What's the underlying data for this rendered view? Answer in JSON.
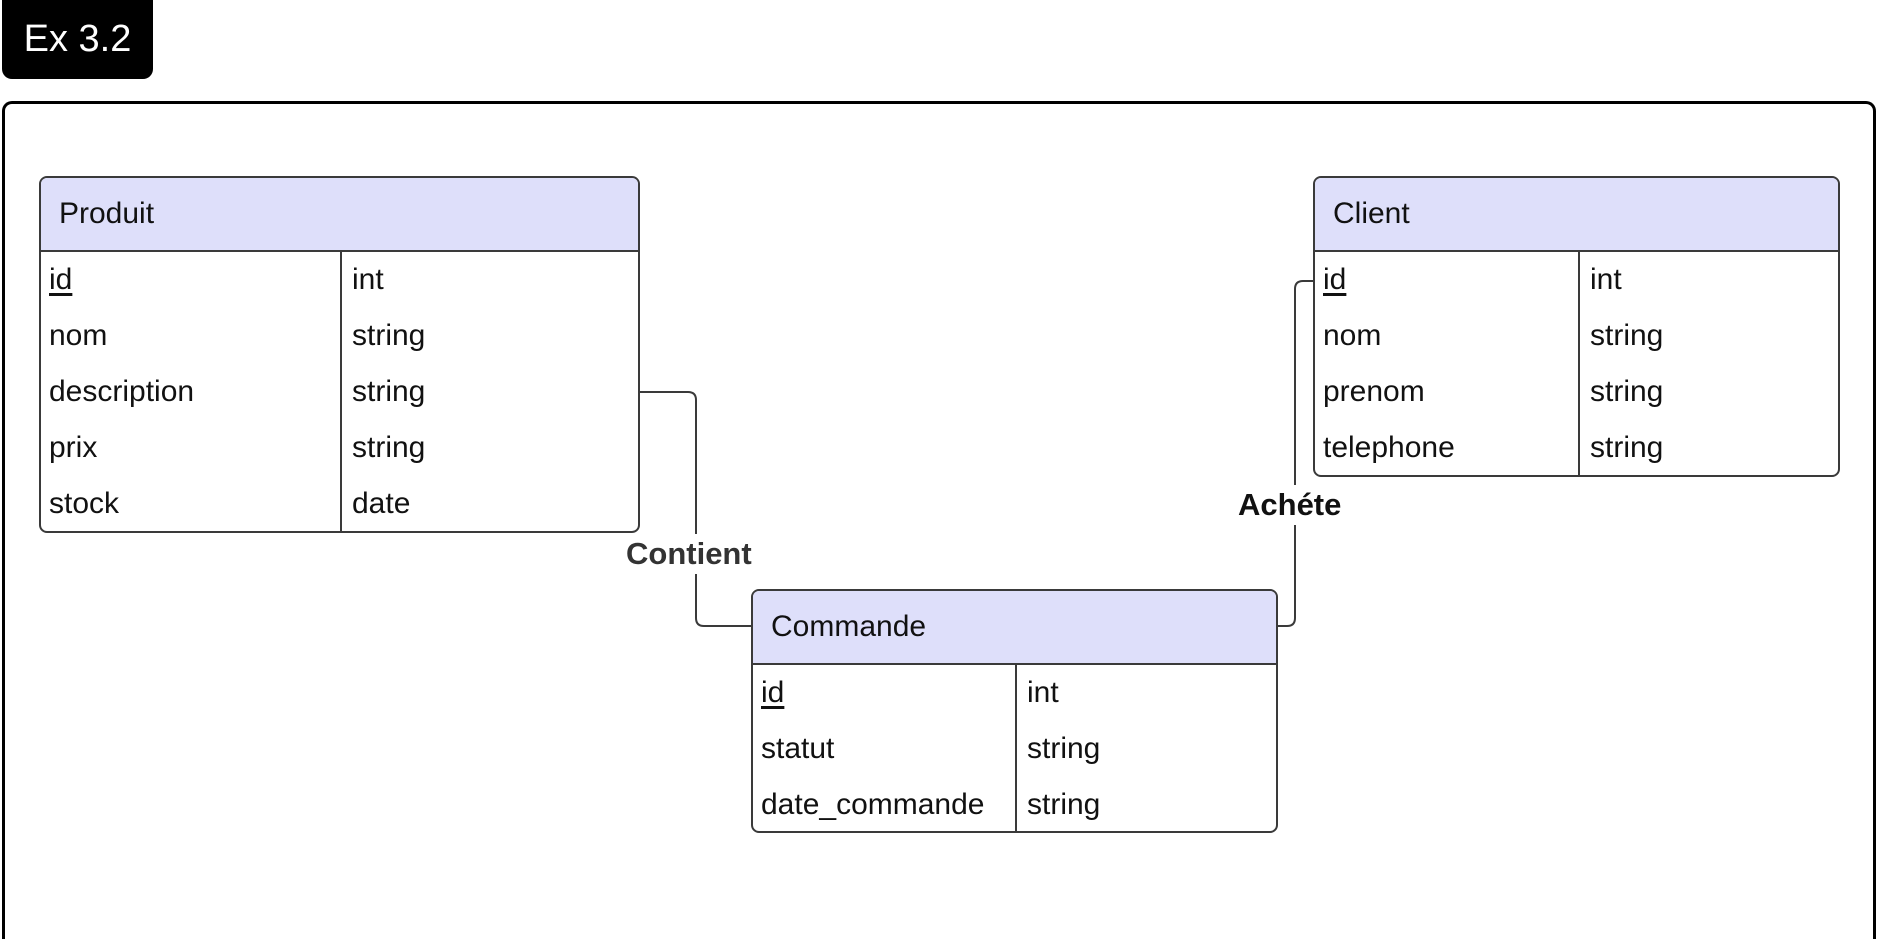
{
  "badge": "Ex 3.2",
  "entities": {
    "produit": {
      "name": "Produit",
      "attributes": [
        {
          "name": "id",
          "type": "int"
        },
        {
          "name": "nom",
          "type": "string"
        },
        {
          "name": "description",
          "type": "string"
        },
        {
          "name": "prix",
          "type": "string"
        },
        {
          "name": "stock",
          "type": "date"
        }
      ]
    },
    "client": {
      "name": "Client",
      "attributes": [
        {
          "name": "id",
          "type": "int"
        },
        {
          "name": "nom",
          "type": "string"
        },
        {
          "name": "prenom",
          "type": "string"
        },
        {
          "name": "telephone",
          "type": "string"
        }
      ]
    },
    "commande": {
      "name": "Commande",
      "attributes": [
        {
          "name": "id",
          "type": "int"
        },
        {
          "name": "statut",
          "type": "string"
        },
        {
          "name": "date_commande",
          "type": "string"
        }
      ]
    }
  },
  "relationships": {
    "contient": "Contient",
    "achete": "Achéte"
  }
}
